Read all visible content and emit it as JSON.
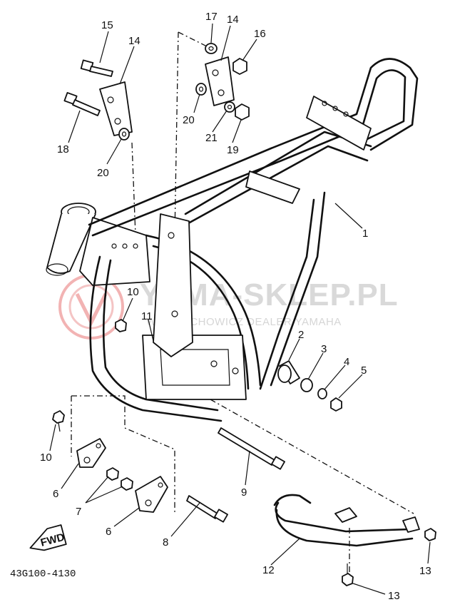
{
  "diagram": {
    "part_code": "43G100-4130",
    "fwd_label": "FWD",
    "watermark": {
      "main": "YAMA-SKLEP.PL",
      "sub": "WOJCIECHOWICZ DEALER YAMAHA"
    },
    "callouts": [
      {
        "id": "c1",
        "label": "1"
      },
      {
        "id": "c2",
        "label": "2"
      },
      {
        "id": "c3",
        "label": "3"
      },
      {
        "id": "c4",
        "label": "4"
      },
      {
        "id": "c5",
        "label": "5"
      },
      {
        "id": "c6a",
        "label": "6"
      },
      {
        "id": "c6b",
        "label": "6"
      },
      {
        "id": "c7",
        "label": "7"
      },
      {
        "id": "c8",
        "label": "8"
      },
      {
        "id": "c9",
        "label": "9"
      },
      {
        "id": "c10a",
        "label": "10"
      },
      {
        "id": "c10b",
        "label": "10"
      },
      {
        "id": "c11",
        "label": "11"
      },
      {
        "id": "c12",
        "label": "12"
      },
      {
        "id": "c13a",
        "label": "13"
      },
      {
        "id": "c13b",
        "label": "13"
      },
      {
        "id": "c14a",
        "label": "14"
      },
      {
        "id": "c14b",
        "label": "14"
      },
      {
        "id": "c15",
        "label": "15"
      },
      {
        "id": "c16",
        "label": "16"
      },
      {
        "id": "c17",
        "label": "17"
      },
      {
        "id": "c18",
        "label": "18"
      },
      {
        "id": "c19",
        "label": "19"
      },
      {
        "id": "c20a",
        "label": "20"
      },
      {
        "id": "c20b",
        "label": "20"
      },
      {
        "id": "c21",
        "label": "21"
      }
    ]
  }
}
